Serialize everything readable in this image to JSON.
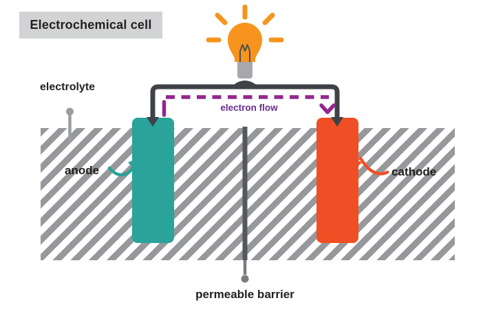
{
  "title": {
    "label": "Electrochemical cell"
  },
  "labels": {
    "electrolyte": "electrolyte",
    "anode": "anode",
    "cathode": "cathode",
    "electron_flow": "electron flow",
    "barrier": "permeable barrier"
  },
  "diagram": {
    "type": "electrochemical-cell",
    "components": [
      "light bulb (load) connected in circuit",
      "teal anode electrode immersed in electrolyte",
      "orange cathode electrode immersed in electrolyte",
      "hatched electrolyte region",
      "central permeable barrier (separator)",
      "purple dashed arrow showing electron flow from anode to cathode"
    ]
  },
  "colors": {
    "anode": "#2aa39a",
    "cathode": "#f04f26",
    "wire": "#3f4347",
    "bulb": "#f7941d",
    "bulb_base": "#a6a8ab",
    "eflow": "#92278f",
    "eflow_text": "#692c8f",
    "hatch": "#96989b",
    "pointer": "#9b9ea1",
    "separator": "#55585c",
    "separator_light": "#797b7e",
    "title_bg": "#d2d3d4",
    "text": "#231f20"
  }
}
